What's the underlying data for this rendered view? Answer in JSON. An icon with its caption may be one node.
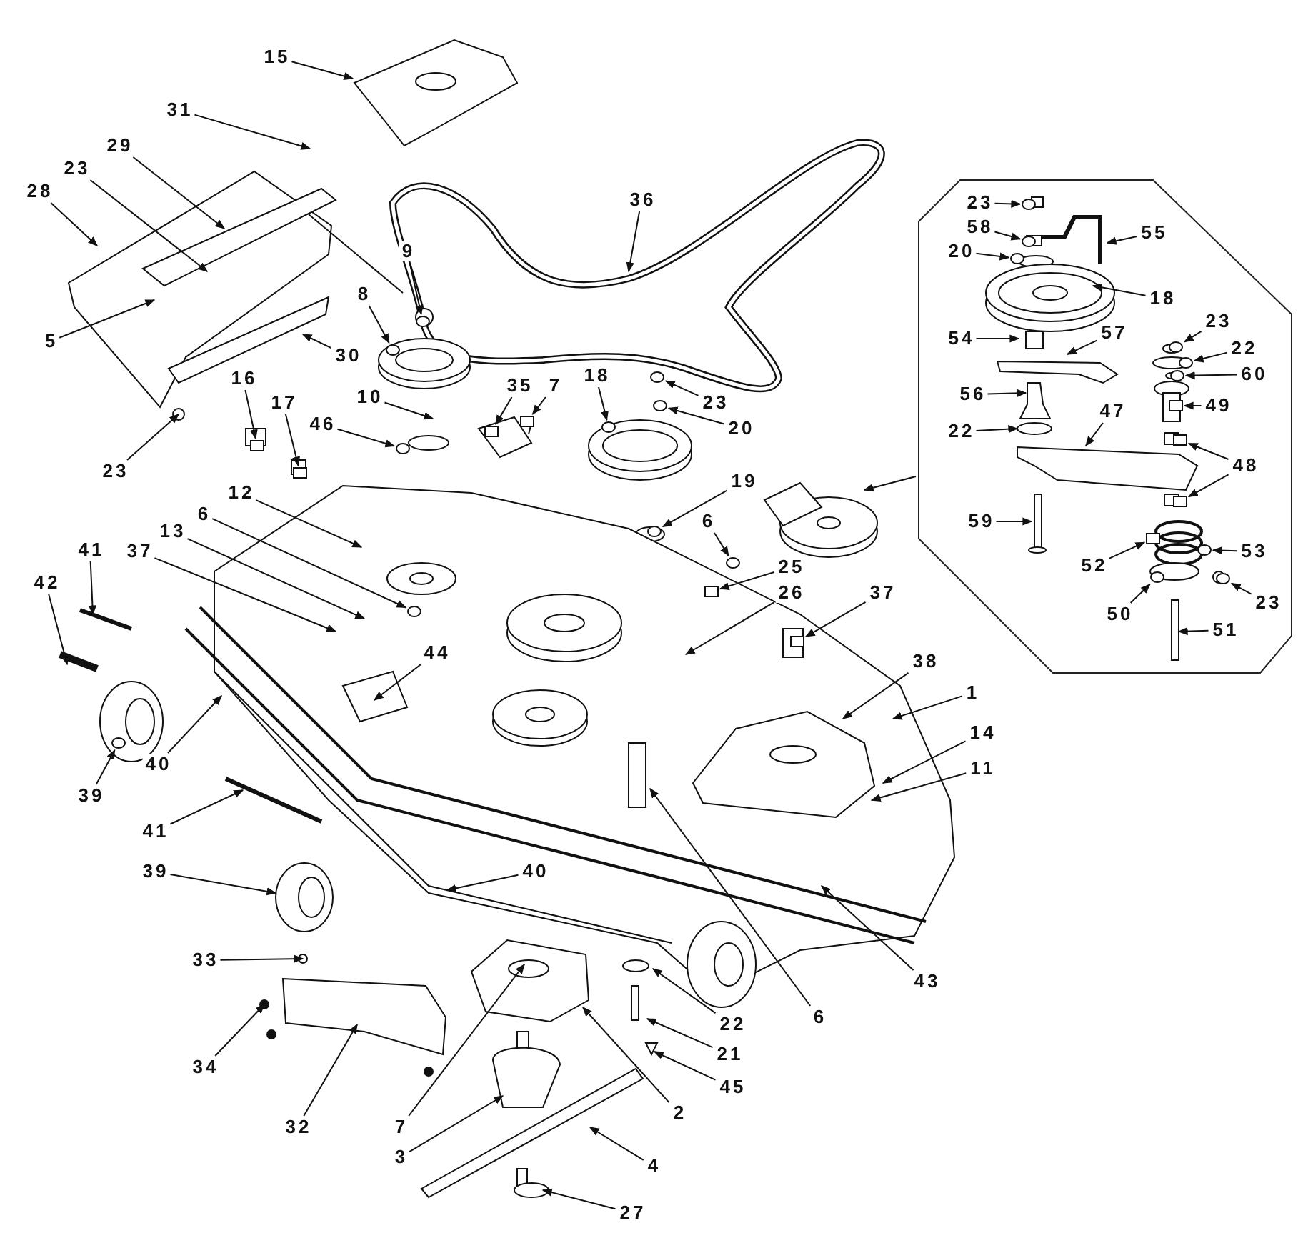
{
  "diagram": {
    "nodes": [
      {
        "text": [
          "15"
        ]
      },
      {
        "text": [
          "31"
        ]
      },
      {
        "text": [
          "29"
        ]
      },
      {
        "text": [
          "23"
        ]
      },
      {
        "text": [
          "28"
        ]
      },
      {
        "text": [
          "36"
        ]
      },
      {
        "text": [
          "9"
        ]
      },
      {
        "text": [
          "8"
        ]
      },
      {
        "text": [
          "5"
        ]
      },
      {
        "text": [
          "30"
        ]
      },
      {
        "text": [],
        "shape": "octagon"
      },
      {
        "text": [
          "23"
        ],
        "in": 10
      },
      {
        "text": [
          "58"
        ],
        "in": 10
      },
      {
        "text": [
          "20"
        ],
        "in": 10
      },
      {
        "text": [
          "55"
        ],
        "in": 10
      },
      {
        "text": [
          "18"
        ],
        "in": 10
      },
      {
        "text": [
          "23"
        ],
        "in": 10
      },
      {
        "text": [
          "22"
        ],
        "in": 10
      },
      {
        "text": [
          "60"
        ],
        "in": 10
      },
      {
        "text": [
          "54"
        ],
        "in": 10
      },
      {
        "text": [
          "57"
        ],
        "in": 10
      },
      {
        "text": [
          "56"
        ],
        "in": 10
      },
      {
        "text": [
          "49"
        ],
        "in": 10
      },
      {
        "text": [
          "22"
        ],
        "in": 10
      },
      {
        "text": [
          "47"
        ],
        "in": 10
      },
      {
        "text": [
          "48"
        ],
        "in": 10
      },
      {
        "text": [
          "59"
        ],
        "in": 10
      },
      {
        "text": [
          "52"
        ],
        "in": 10
      },
      {
        "text": [
          "53"
        ],
        "in": 10
      },
      {
        "text": [
          "50"
        ],
        "in": 10
      },
      {
        "text": [
          "23"
        ],
        "in": 10
      },
      {
        "text": [
          "51"
        ],
        "in": 10
      },
      {
        "text": [
          "16"
        ]
      },
      {
        "text": [
          "17"
        ]
      },
      {
        "text": [
          "10"
        ]
      },
      {
        "text": [
          "35"
        ]
      },
      {
        "text": [
          "7"
        ]
      },
      {
        "text": [
          "18"
        ]
      },
      {
        "text": [
          "46"
        ]
      },
      {
        "text": [
          "23"
        ]
      },
      {
        "text": [
          "20"
        ]
      },
      {
        "text": [
          "23"
        ]
      },
      {
        "text": [
          "12"
        ]
      },
      {
        "text": [
          "19"
        ]
      },
      {
        "text": [
          "6"
        ]
      },
      {
        "text": [
          "13"
        ]
      },
      {
        "text": [
          "6"
        ]
      },
      {
        "text": [
          "41"
        ]
      },
      {
        "text": [
          "37"
        ]
      },
      {
        "text": [
          "25"
        ]
      },
      {
        "text": [
          "42"
        ]
      },
      {
        "text": [
          "26"
        ]
      },
      {
        "text": [
          "37"
        ]
      },
      {
        "text": [
          "44"
        ]
      },
      {
        "text": [
          "38"
        ]
      },
      {
        "text": [
          "1"
        ]
      },
      {
        "text": [
          "14"
        ]
      },
      {
        "text": [
          "11"
        ]
      },
      {
        "text": [
          "40"
        ]
      },
      {
        "text": [
          "39"
        ]
      },
      {
        "text": [
          "41"
        ]
      },
      {
        "text": [
          "39"
        ]
      },
      {
        "text": [
          "40"
        ]
      },
      {
        "text": [
          "33"
        ]
      },
      {
        "text": [
          "43"
        ]
      },
      {
        "text": [
          "6"
        ]
      },
      {
        "text": [
          "22"
        ]
      },
      {
        "text": [
          "21"
        ]
      },
      {
        "text": [
          "34"
        ]
      },
      {
        "text": [
          "45"
        ]
      },
      {
        "text": [
          "2"
        ]
      },
      {
        "text": [
          "7"
        ]
      },
      {
        "text": [
          "32"
        ]
      },
      {
        "text": [
          "3"
        ]
      },
      {
        "text": [
          "4"
        ]
      },
      {
        "text": [
          "27"
        ]
      },
      {
        "text": [],
        "shape": "circle"
      },
      {
        "text": [],
        "shape": "circle",
        "in": 10
      },
      {
        "text": [],
        "shape": "circle",
        "in": 10
      },
      {
        "text": [],
        "shape": "circle",
        "in": 10
      },
      {
        "text": [],
        "shape": "circle",
        "in": 10
      },
      {
        "text": [],
        "shape": "circle",
        "in": 10
      },
      {
        "text": [],
        "shape": "box",
        "in": 10
      },
      {
        "text": [],
        "shape": "circle",
        "in": 10
      },
      {
        "text": [],
        "shape": "circle",
        "in": 10
      },
      {
        "text": [],
        "shape": "box"
      },
      {
        "text": [],
        "shape": "box"
      },
      {
        "text": [],
        "shape": "box"
      },
      {
        "text": [],
        "shape": "circle"
      },
      {
        "text": [],
        "shape": "circle"
      },
      {
        "text": [],
        "shape": "circle"
      },
      {
        "text": [],
        "shape": "circle"
      },
      {
        "text": [],
        "shape": "circle"
      },
      {
        "text": [],
        "shape": "circle"
      },
      {
        "text": [],
        "shape": "circle"
      },
      {
        "text": [],
        "shape": "box"
      },
      {
        "text": [],
        "shape": "circle"
      },
      {
        "text": [],
        "shape": "circle"
      },
      {
        "text": [],
        "shape": "circle",
        "in": 10
      },
      {
        "text": [],
        "shape": "box",
        "in": 10
      },
      {
        "text": [],
        "shape": "box",
        "in": 10
      },
      {
        "text": [],
        "shape": "circle",
        "in": 10
      },
      {
        "text": [],
        "shape": "box"
      },
      {
        "text": [],
        "shape": "box"
      },
      {
        "text": [],
        "shape": "box",
        "in": 10
      }
    ],
    "edges": [
      {
        "from": 0,
        "to": null,
        "arrow": "to"
      },
      {
        "from": 1,
        "to": null,
        "arrow": "to"
      },
      {
        "from": 2,
        "to": null,
        "arrow": "to"
      },
      {
        "from": 3,
        "to": null,
        "arrow": "to"
      },
      {
        "from": 4,
        "to": null,
        "arrow": "to"
      },
      {
        "from": 5,
        "to": null,
        "arrow": "to"
      },
      {
        "from": 6,
        "to": 97,
        "arrow": "to"
      },
      {
        "from": 7,
        "to": 76,
        "arrow": "to"
      },
      {
        "from": 8,
        "to": null,
        "arrow": "to"
      },
      {
        "from": 9,
        "to": null,
        "arrow": "to"
      },
      {
        "from": 10,
        "to": null,
        "arrow": "to"
      },
      {
        "from": 11,
        "to": 77,
        "arrow": "to"
      },
      {
        "from": 12,
        "to": 98,
        "arrow": "to"
      },
      {
        "from": 13,
        "to": 78,
        "arrow": "to"
      },
      {
        "from": 14,
        "to": null,
        "arrow": "to"
      },
      {
        "from": 15,
        "to": null,
        "arrow": "to"
      },
      {
        "from": 16,
        "to": 79,
        "arrow": "to"
      },
      {
        "from": 17,
        "to": 80,
        "arrow": "to"
      },
      {
        "from": 18,
        "to": 81,
        "arrow": "to"
      },
      {
        "from": 19,
        "to": null,
        "arrow": "to"
      },
      {
        "from": 20,
        "to": null,
        "arrow": "to"
      },
      {
        "from": 21,
        "to": null,
        "arrow": "to"
      },
      {
        "from": 22,
        "to": 82,
        "arrow": "to"
      },
      {
        "from": 23,
        "to": null,
        "arrow": "to"
      },
      {
        "from": 24,
        "to": null,
        "arrow": "to"
      },
      {
        "from": 25,
        "to": 99,
        "arrow": "to"
      },
      {
        "from": 25,
        "to": 100,
        "arrow": "to"
      },
      {
        "from": 26,
        "to": null,
        "arrow": "to"
      },
      {
        "from": 27,
        "to": 104,
        "arrow": "to"
      },
      {
        "from": 28,
        "to": 101,
        "arrow": "to"
      },
      {
        "from": 29,
        "to": 83,
        "arrow": "to"
      },
      {
        "from": 30,
        "to": 84,
        "arrow": "to"
      },
      {
        "from": 31,
        "to": null,
        "arrow": "to"
      },
      {
        "from": 32,
        "to": 85,
        "arrow": "to"
      },
      {
        "from": 33,
        "to": 86,
        "arrow": "to"
      },
      {
        "from": 34,
        "to": null,
        "arrow": "to"
      },
      {
        "from": 35,
        "to": 102,
        "arrow": "to"
      },
      {
        "from": 36,
        "to": 87,
        "arrow": "to"
      },
      {
        "from": 37,
        "to": 88,
        "arrow": "to"
      },
      {
        "from": 38,
        "to": 89,
        "arrow": "to"
      },
      {
        "from": 39,
        "to": 90,
        "arrow": "to"
      },
      {
        "from": 40,
        "to": 91,
        "arrow": "to"
      },
      {
        "from": 41,
        "to": null,
        "arrow": "to"
      },
      {
        "from": 42,
        "to": null,
        "arrow": "to"
      },
      {
        "from": 43,
        "to": 92,
        "arrow": "to"
      },
      {
        "from": 44,
        "to": 93,
        "arrow": "to"
      },
      {
        "from": 45,
        "to": null,
        "arrow": "to"
      },
      {
        "from": 46,
        "to": 94,
        "arrow": "to"
      },
      {
        "from": 47,
        "to": null,
        "arrow": "to"
      },
      {
        "from": 48,
        "to": null,
        "arrow": "to"
      },
      {
        "from": 49,
        "to": 103,
        "arrow": "to"
      },
      {
        "from": 50,
        "to": null,
        "arrow": "to"
      },
      {
        "from": 51,
        "to": null,
        "arrow": "to"
      },
      {
        "from": 52,
        "to": 95,
        "arrow": "to"
      },
      {
        "from": 53,
        "to": null,
        "arrow": "to"
      },
      {
        "from": 54,
        "to": null,
        "arrow": "to"
      },
      {
        "from": 55,
        "to": null,
        "arrow": "to"
      },
      {
        "from": 56,
        "to": null,
        "arrow": "to"
      },
      {
        "from": 57,
        "to": null,
        "arrow": "to"
      },
      {
        "from": 58,
        "to": null,
        "arrow": "to"
      },
      {
        "from": 59,
        "to": 96,
        "arrow": "to"
      },
      {
        "from": 60,
        "to": null,
        "arrow": "to"
      },
      {
        "from": 61,
        "to": null,
        "arrow": "to"
      },
      {
        "from": 62,
        "to": null,
        "arrow": "to"
      },
      {
        "from": 63,
        "to": null,
        "arrow": "to"
      },
      {
        "from": 64,
        "to": null,
        "arrow": "to"
      },
      {
        "from": 65,
        "to": null,
        "arrow": "to"
      },
      {
        "from": 66,
        "to": null,
        "arrow": "to"
      },
      {
        "from": 67,
        "to": null,
        "arrow": "to"
      },
      {
        "from": 68,
        "to": null,
        "arrow": "to"
      },
      {
        "from": 69,
        "to": null,
        "arrow": "to"
      },
      {
        "from": 70,
        "to": null,
        "arrow": "to"
      },
      {
        "from": 71,
        "to": null,
        "arrow": "to"
      },
      {
        "from": 72,
        "to": null,
        "arrow": "to"
      },
      {
        "from": 73,
        "to": null,
        "arrow": "to"
      },
      {
        "from": 74,
        "to": null,
        "arrow": "to"
      },
      {
        "from": 75,
        "to": null,
        "arrow": "to"
      }
    ]
  }
}
